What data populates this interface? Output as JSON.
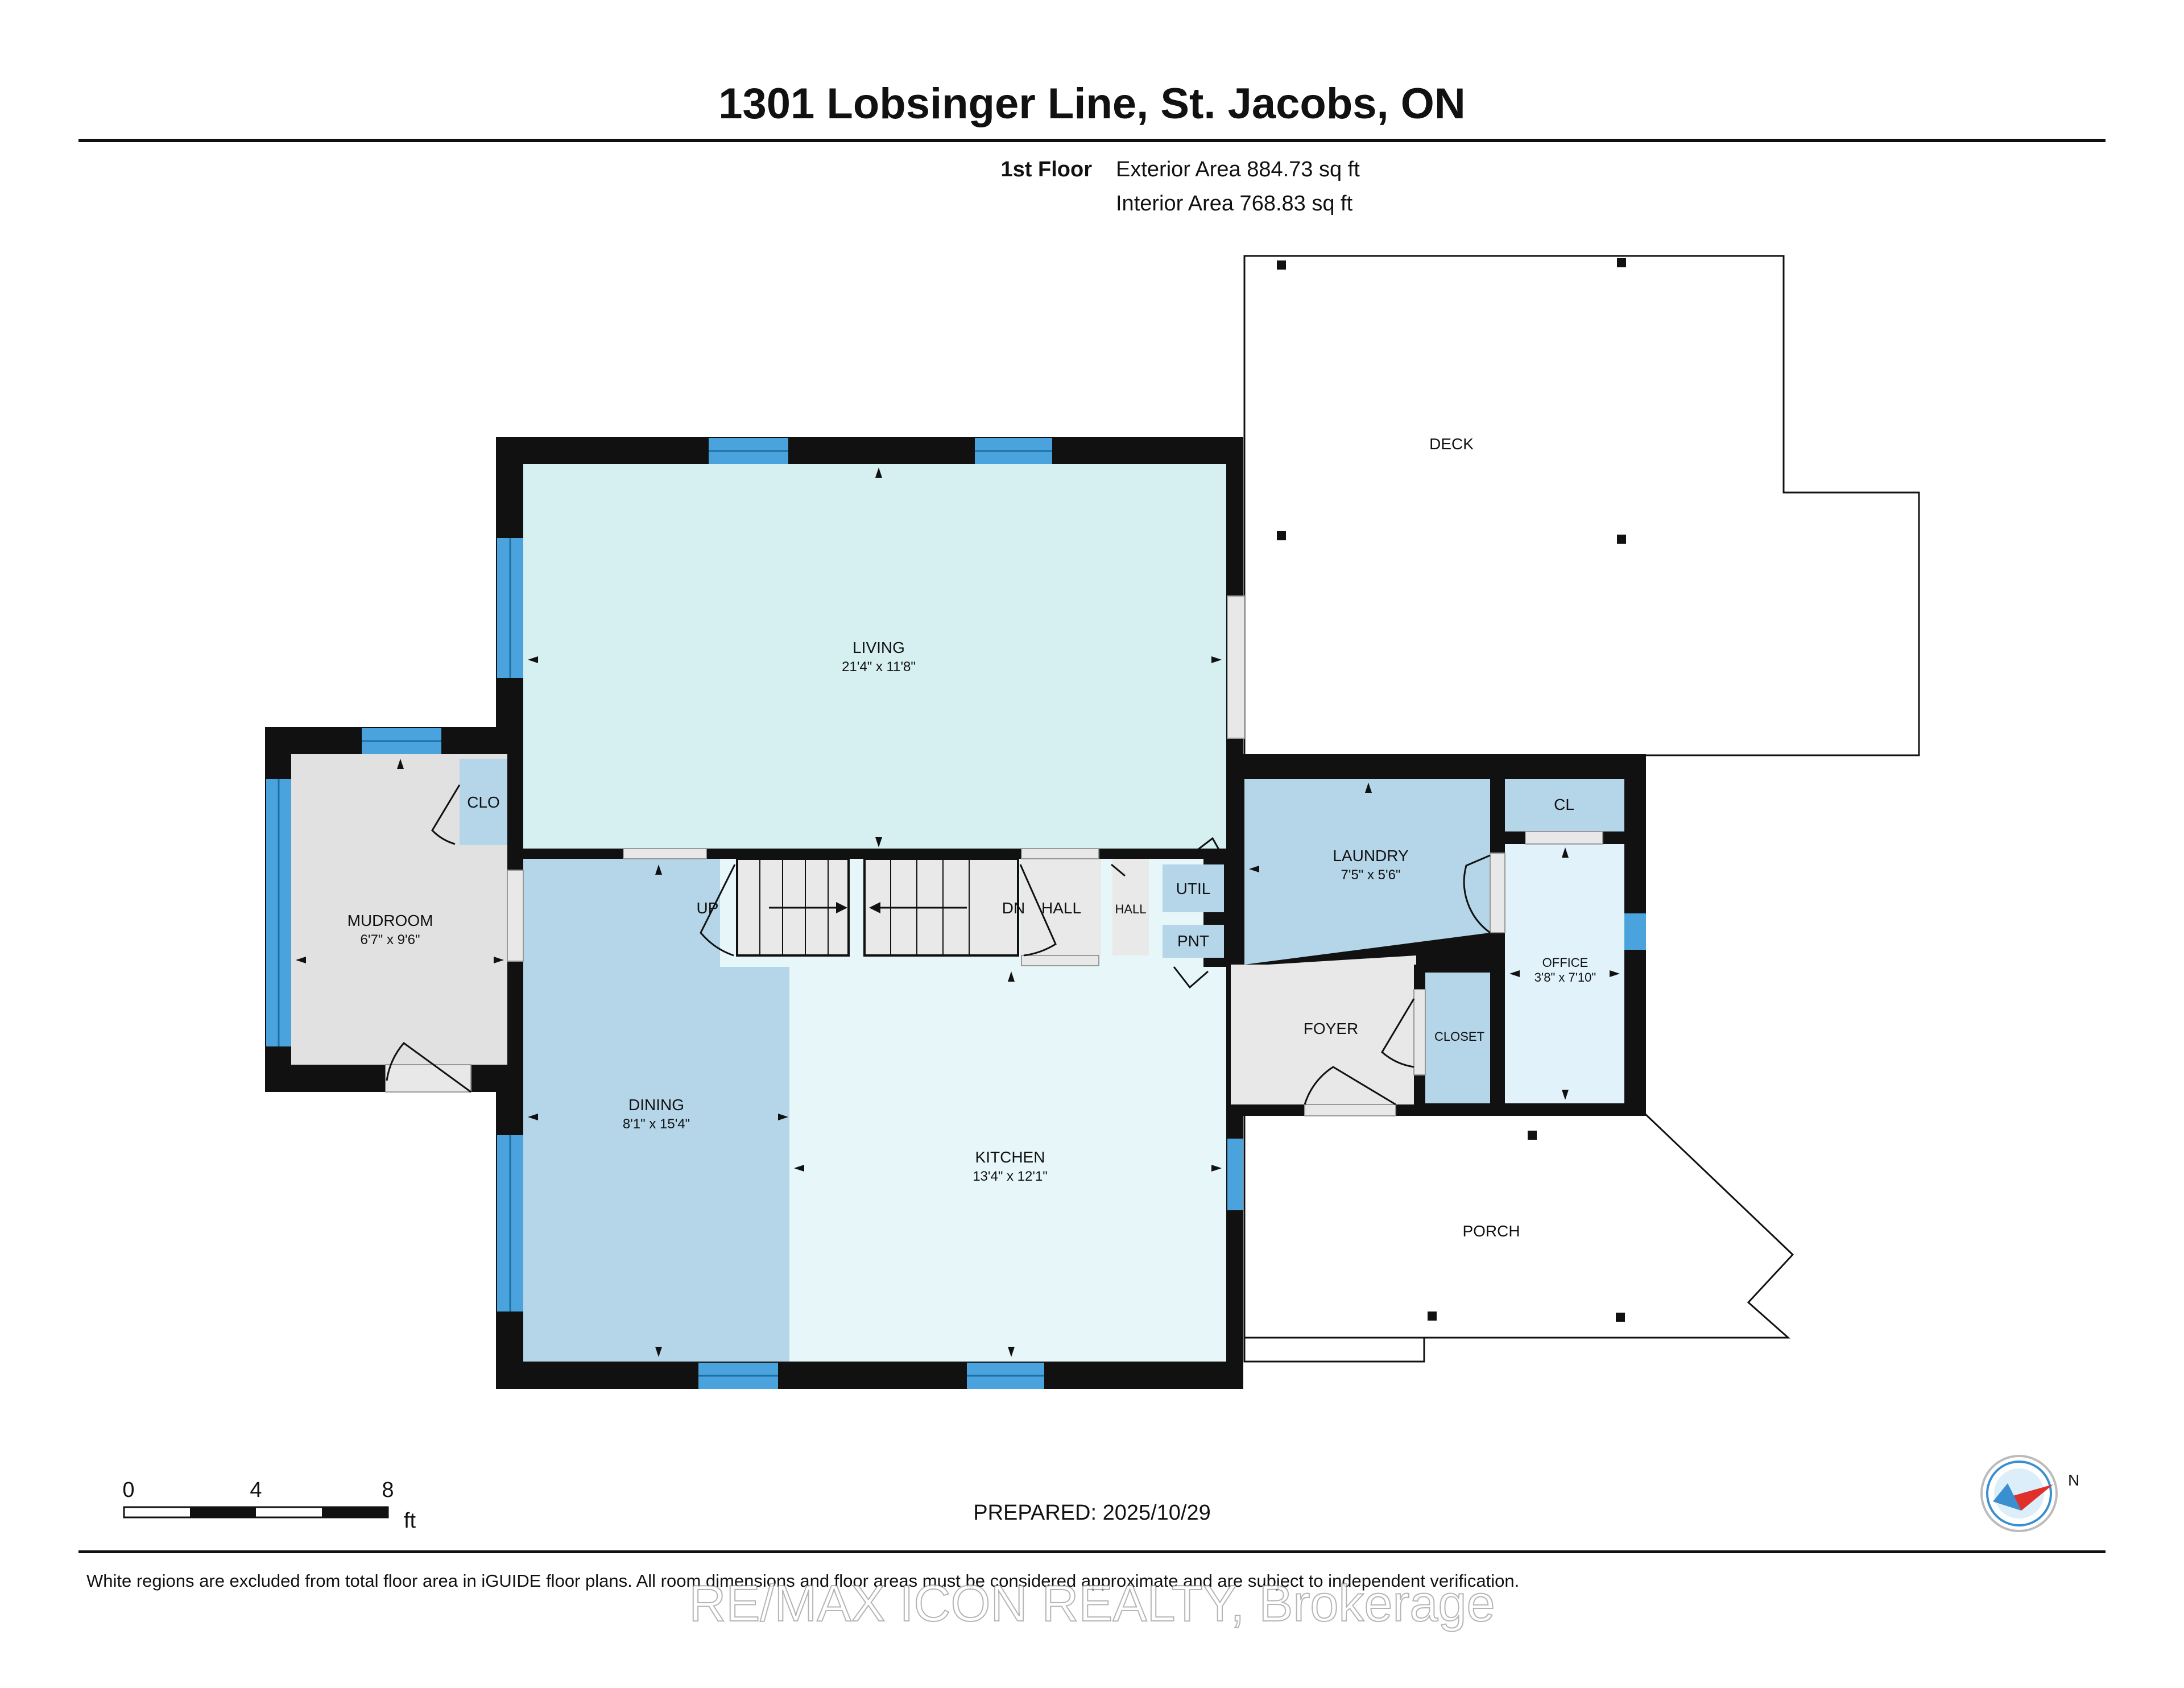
{
  "header": {
    "title": "1301 Lobsinger Line, St. Jacobs, ON",
    "floor_label": "1st Floor",
    "exterior_area": "Exterior Area 884.73 sq ft",
    "interior_area": "Interior Area 768.83 sq ft"
  },
  "rooms": {
    "living": {
      "name": "LIVING",
      "dims": "21'4\" x 11'8\""
    },
    "mudroom": {
      "name": "MUDROOM",
      "dims": "6'7\" x 9'6\""
    },
    "dining": {
      "name": "DINING",
      "dims": "8'1\" x 15'4\""
    },
    "kitchen": {
      "name": "KITCHEN",
      "dims": "13'4\" x 12'1\""
    },
    "laundry": {
      "name": "LAUNDRY",
      "dims": "7'5\" x 5'6\""
    },
    "office": {
      "name": "OFFICE",
      "dims": "3'8\" x 7'10\""
    },
    "foyer": {
      "name": "FOYER"
    },
    "closet": {
      "name": "CLOSET"
    },
    "clo": {
      "name": "CLO"
    },
    "cl": {
      "name": "CL"
    },
    "util": {
      "name": "UTIL"
    },
    "pnt": {
      "name": "PNT"
    },
    "hall_1": {
      "name": "HALL"
    },
    "hall_2": {
      "name": "HALL"
    },
    "deck": {
      "name": "DECK"
    },
    "porch": {
      "name": "PORCH"
    },
    "stairs_up": "UP",
    "stairs_down": "DN"
  },
  "scale": {
    "tick_0": "0",
    "tick_4": "4",
    "tick_8": "8",
    "unit": "ft"
  },
  "compass": {
    "label": "N"
  },
  "prepared": "PREPARED: 2025/10/29",
  "footer": {
    "disclaimer": "White regions are excluded from total floor area in iGUIDE floor plans. All room dimensions and floor areas must be considered approximate and are subject to independent verification.",
    "watermark": "RE/MAX ICON REALTY, Brokerage"
  },
  "colors": {
    "wall": "#111111",
    "window": "#4aa3dc",
    "living_fill": "#d6eff0",
    "dining_fill": "#b5d5e8",
    "kitchen_fill": "#e7f6f8",
    "mudroom_fill": "#e1e1e1",
    "laundry_fill": "#b5d5e8",
    "office_fill": "#e1f2fb",
    "foyer_fill": "#e8e8e8",
    "small_room_fill": "#b5d5e8"
  }
}
